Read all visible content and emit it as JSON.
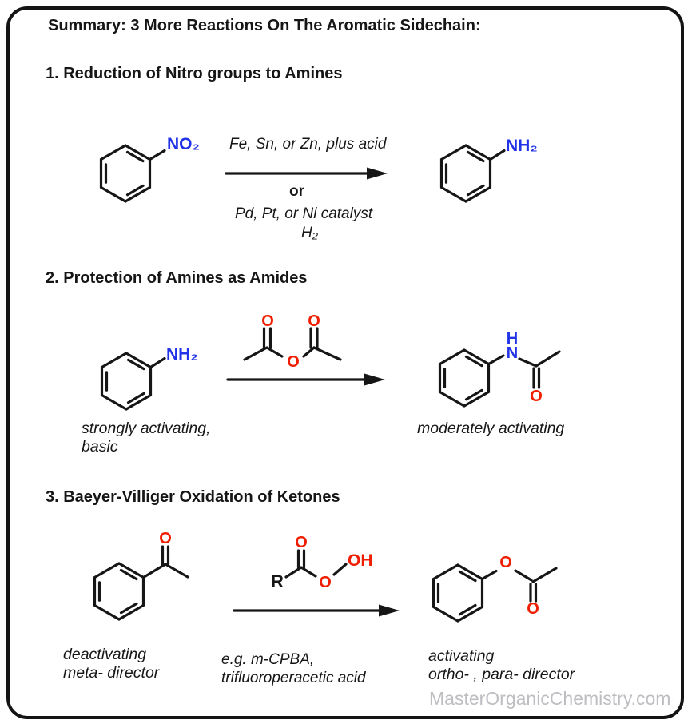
{
  "frame": {
    "title": "Summary: 3 More Reactions On The Aromatic Sidechain:",
    "watermark": "MasterOrganicChemistry.com"
  },
  "colors": {
    "nitrogen_blue": "#2133e8",
    "oxygen_red": "#f01e00",
    "bond_black": "#161616",
    "watermark_gray": "#bdbdc2"
  },
  "reaction1": {
    "heading": "1. Reduction of Nitro groups to Amines",
    "reactant_substituent": "NO₂",
    "conditions_top": "Fe, Sn, or Zn, plus acid",
    "or_label": "or",
    "conditions_alt_line1": "Pd, Pt, or Ni catalyst",
    "conditions_alt_line2": "H₂",
    "product_substituent": "NH₂"
  },
  "reaction2": {
    "heading": "2. Protection of Amines as Amides",
    "reactant_substituent": "NH₂",
    "reactant_note_line1": "strongly activating,",
    "reactant_note_line2": "basic",
    "anhydride": {
      "o_left": "O",
      "o_center": "O",
      "o_right": "O"
    },
    "amide": {
      "h": "H",
      "n": "N",
      "o": "O"
    },
    "product_note": "moderately activating"
  },
  "reaction3": {
    "heading": "3. Baeyer-Villiger Oxidation of Ketones",
    "ketone_o": "O",
    "reactant_note_line1": "deactivating",
    "reactant_note_line2": "meta- director",
    "peracid": {
      "r": "R",
      "o_top": "O",
      "o_mid": "O",
      "oh": "OH"
    },
    "conditions_line1": "e.g. m-CPBA,",
    "conditions_line2": "trifluoroperacetic acid",
    "ester": {
      "o_ester": "O",
      "o_carbonyl": "O"
    },
    "product_note_line1": "activating",
    "product_note_line2": "ortho- , para- director"
  }
}
